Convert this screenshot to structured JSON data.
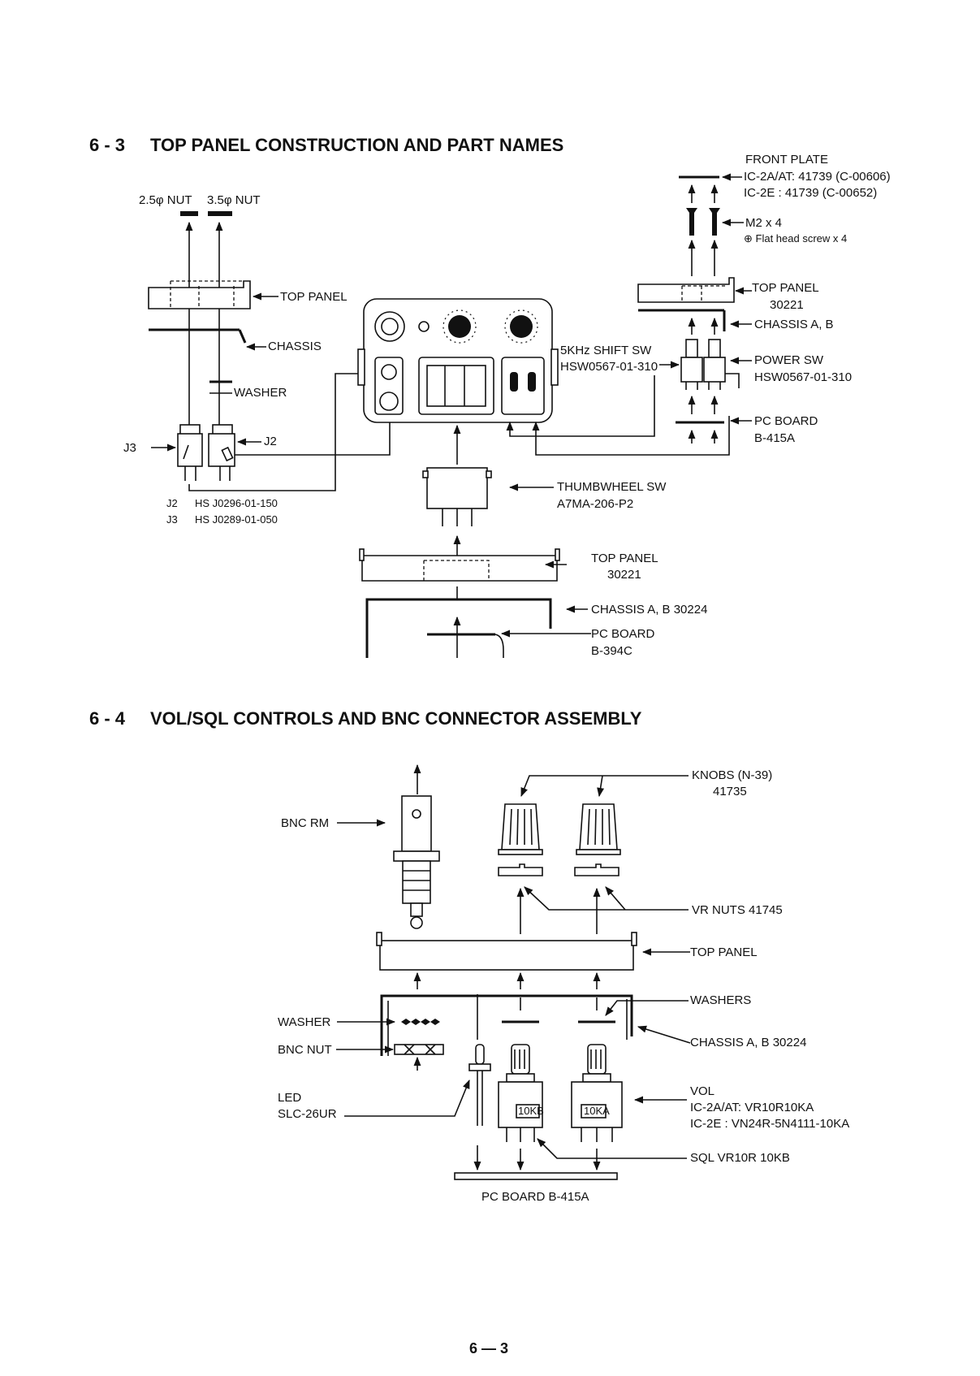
{
  "sec63": {
    "num": "6 - 3",
    "title": "TOP PANEL CONSTRUCTION AND PART NAMES"
  },
  "sec64": {
    "num": "6 - 4",
    "title": "VOL/SQL CONTROLS AND BNC CONNECTOR ASSEMBLY"
  },
  "s63": {
    "nut25": "2.5φ NUT",
    "nut35": "3.5φ NUT",
    "top_panel_left": "TOP PANEL",
    "chassis_left": "CHASSIS",
    "washer_left": "WASHER",
    "j3": "J3",
    "j2": "J2",
    "j2_name": "J2",
    "j2_part": "HS J0296-01-150",
    "j3_name": "J3",
    "j3_part": "HS J0289-01-050",
    "front_plate": "FRONT PLATE",
    "fp_line1": "IC-2A/AT:  41739 (C-00606)",
    "fp_line2": "IC-2E      :  41739 (C-00652)",
    "m2x4": "M2 x 4",
    "flat_head": "⊕ Flat head screw x 4",
    "top_panel_right": "TOP PANEL",
    "top_panel_right_num": "30221",
    "chassis_ab_right": "CHASSIS A, B",
    "shift_sw": "5KHz SHIFT SW",
    "shift_sw_part": "HSW0567-01-310",
    "power_sw": "POWER SW",
    "power_sw_part": "HSW0567-01-310",
    "pc_board_right": "PC BOARD",
    "pc_board_right_num": "B-415A",
    "thumbwheel": "THUMBWHEEL SW",
    "thumbwheel_part": "A7MA-206-P2",
    "top_panel_bottom": "TOP PANEL",
    "top_panel_bottom_num": "30221",
    "chassis_bottom": "CHASSIS A, B 30224",
    "pc_board_bottom": "PC BOARD",
    "pc_board_bottom_num": "B-394C"
  },
  "s64": {
    "knobs": "KNOBS (N-39)",
    "knobs_num": "41735",
    "bnc_rm": "BNC RM",
    "vr_nuts": "VR NUTS 41745",
    "top_panel": "TOP PANEL",
    "washers": "WASHERS",
    "washer": "WASHER",
    "chassis": "CHASSIS A, B 30224",
    "bnc_nut": "BNC NUT",
    "led": "LED",
    "led_part": "SLC-26UR",
    "vol": "VOL",
    "vol_line1": "IC-2A/AT:  VR10R10KA",
    "vol_line2": "IC-2E      :  VN24R-5N4111-10KA",
    "pot_kb": "10KB",
    "pot_ka": "10KA",
    "sql": "SQL VR10R 10KB",
    "pc_board": "PC BOARD B-415A"
  },
  "page_number": "6 — 3"
}
